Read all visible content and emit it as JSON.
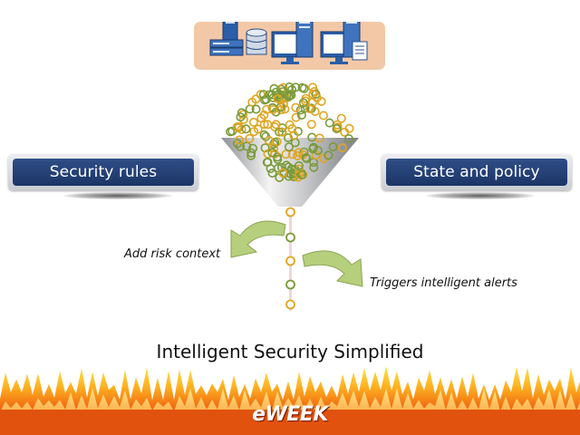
{
  "left_box": {
    "label": "Security rules"
  },
  "right_box": {
    "label": "State and policy"
  },
  "annotations": {
    "left": "Add risk context",
    "right": "Triggers  intelligent alerts"
  },
  "slide_title": "Intelligent Security Simplified",
  "brand": {
    "logo": "eWEEK"
  },
  "icons": [
    "server-icon",
    "database-icon",
    "monitor-icon",
    "document-icon",
    "funnel-icon",
    "curved-arrow-icon",
    "fire-border"
  ],
  "colors": {
    "tray": "#f3c8a6",
    "pill": "#1f3a6e",
    "ring_green": "#7a9a3a",
    "ring_gold": "#e0a520",
    "arrow": "#a8c46a",
    "fire": "#e85a10"
  }
}
